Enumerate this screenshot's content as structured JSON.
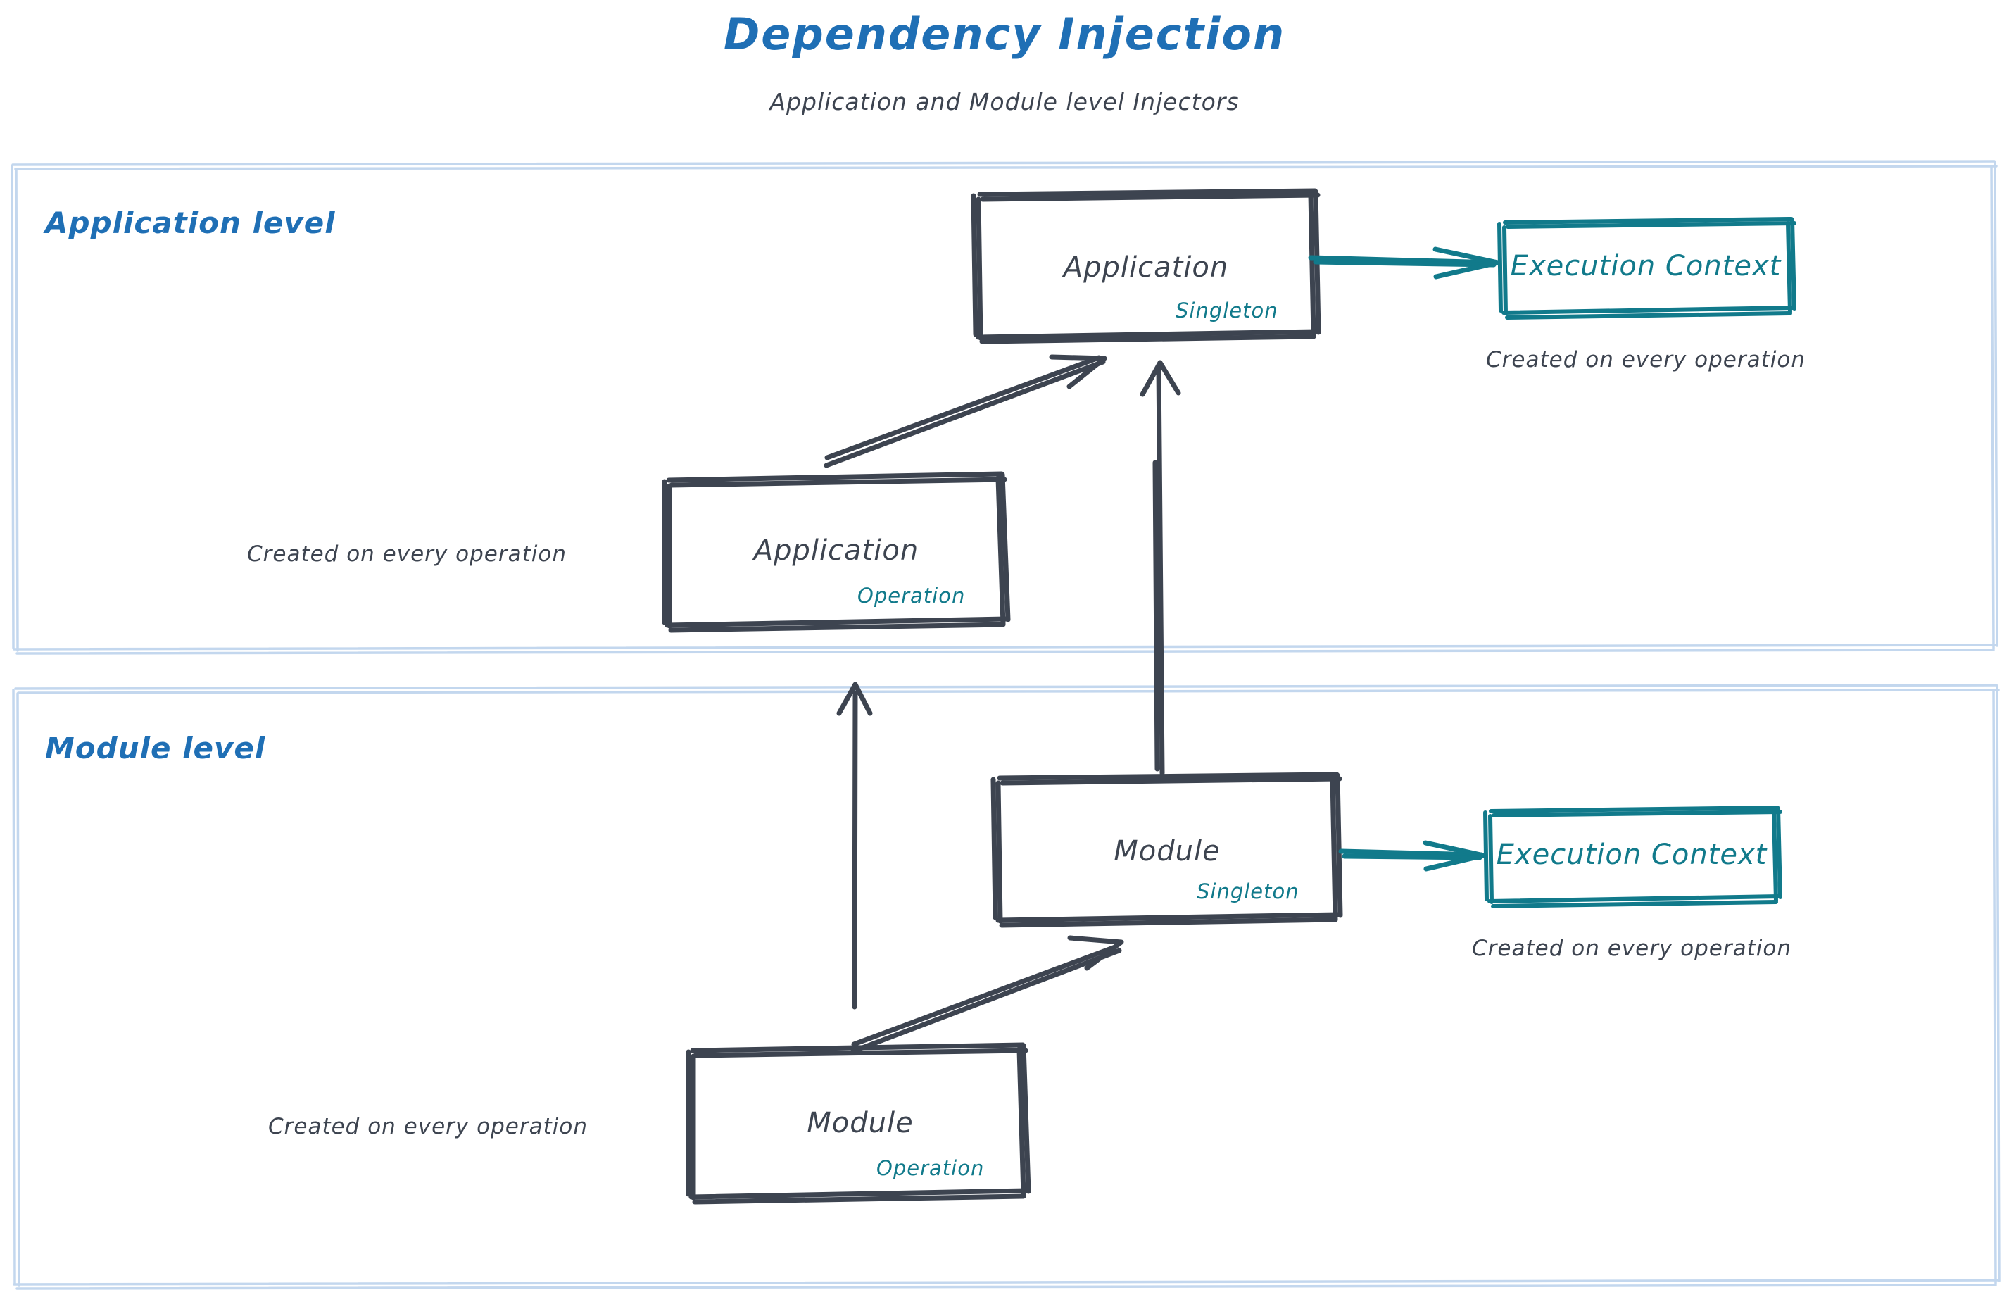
{
  "header": {
    "title": "Dependency Injection",
    "subtitle": "Application and Module level Injectors",
    "title_color": "#1f6fb5",
    "subtitle_color": "#3d4450"
  },
  "colors": {
    "accent_blue": "#1f6fb5",
    "teal": "#117a8b",
    "ink": "#3d4450",
    "panel_border": "#c3d7ee",
    "background": "#ffffff"
  },
  "sections": [
    {
      "id": "application-level",
      "label": "Application level"
    },
    {
      "id": "module-level",
      "label": "Module level"
    }
  ],
  "nodes": {
    "application_singleton": {
      "title": "Application",
      "stereotype": "Singleton",
      "stereotype_color": "#117a8b",
      "title_color": "#3d4450"
    },
    "application_operation": {
      "title": "Application",
      "stereotype": "Operation",
      "stereotype_color": "#117a8b",
      "title_color": "#3d4450"
    },
    "module_singleton": {
      "title": "Module",
      "stereotype": "Singleton",
      "stereotype_color": "#117a8b",
      "title_color": "#3d4450"
    },
    "module_operation": {
      "title": "Module",
      "stereotype": "Operation",
      "stereotype_color": "#117a8b",
      "title_color": "#3d4450"
    },
    "execution_context_application": {
      "title": "Execution Context",
      "title_color": "#117a8b",
      "border_color": "#117a8b"
    },
    "execution_context_module": {
      "title": "Execution Context",
      "title_color": "#117a8b",
      "border_color": "#117a8b"
    }
  },
  "notes": {
    "application_context_note": "Created on every operation",
    "application_operation_note": "Created on every operation",
    "module_context_note": "Created on every operation",
    "module_operation_note": "Created on every operation"
  },
  "edges": [
    {
      "id": "app-singleton-to-exec-context",
      "from": "application_singleton",
      "to": "execution_context_application",
      "color": "#117a8b",
      "style": "arrow"
    },
    {
      "id": "app-operation-to-app-singleton",
      "from": "application_operation",
      "to": "application_singleton",
      "color": "#3d4450",
      "style": "arrow"
    },
    {
      "id": "module-singleton-to-app-singleton",
      "from": "module_singleton",
      "to": "application_singleton",
      "color": "#3d4450",
      "style": "arrow"
    },
    {
      "id": "module-singleton-to-exec-context",
      "from": "module_singleton",
      "to": "execution_context_module",
      "color": "#117a8b",
      "style": "arrow"
    },
    {
      "id": "module-operation-to-module-singleton",
      "from": "module_operation",
      "to": "module_singleton",
      "color": "#3d4450",
      "style": "arrow"
    },
    {
      "id": "module-operation-to-app-operation",
      "from": "module_operation",
      "to": "application_operation",
      "color": "#3d4450",
      "style": "arrow"
    }
  ]
}
